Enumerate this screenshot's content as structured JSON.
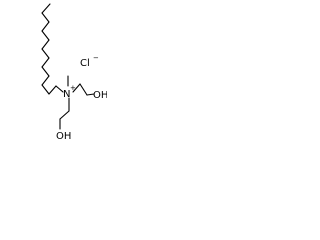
{
  "structure": {
    "nitrogen": "N",
    "nitrogen_charge": "+",
    "hydroxyl_upper": "OH",
    "hydroxyl_lower": "OH",
    "counterion": "Cl",
    "counterion_charge": "−"
  },
  "colors": {
    "ink": "#000000",
    "background": "#ffffff"
  }
}
